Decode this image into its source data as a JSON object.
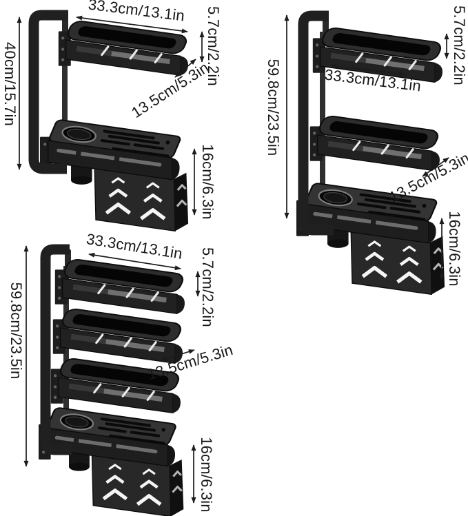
{
  "image_type": "product-dimension-diagram",
  "background_color": "#ffffff",
  "annotation_color": "#1c1c1c",
  "product_color": "#222222",
  "figures": [
    {
      "name": "two-tier-rotating-rack",
      "tier_count": 2,
      "labels": {
        "width": "33.3cm/13.1in",
        "tier_height": "5.7cm/2.2in",
        "total_height": "40cm/15.7in",
        "depth": "13.5cm/5.3in",
        "organizer_height": "16cm/6.3in"
      }
    },
    {
      "name": "three-tier-rotating-rack",
      "tier_count": 3,
      "labels": {
        "width": "33.3cm/13.1in",
        "tier_height": "5.7cm/2.2in",
        "total_height": "59.8cm/23.5in",
        "depth": "13.5cm/5.3in",
        "organizer_height": "16cm/6.3in"
      }
    },
    {
      "name": "four-tier-rotating-rack",
      "tier_count": 4,
      "labels": {
        "width": "33.3cm/13.1in",
        "tier_height": "5.7cm/2.2in",
        "total_height": "59.8cm/23.5in",
        "depth": "13.5cm/5.3in",
        "organizer_height": "16cm/6.3in"
      }
    }
  ]
}
